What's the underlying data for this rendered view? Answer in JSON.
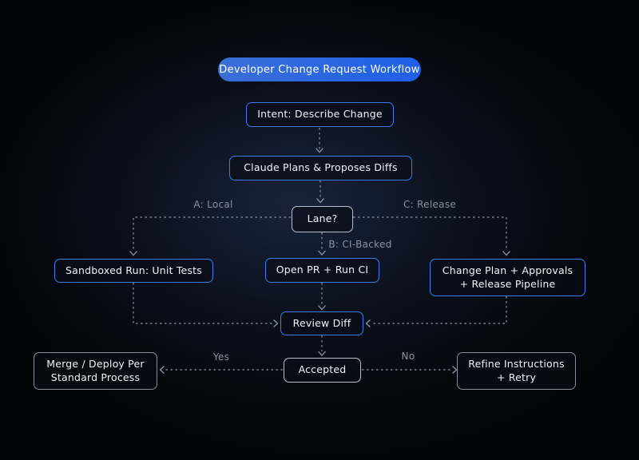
{
  "diagram": {
    "title": "Developer Change Request Workflow",
    "nodes": {
      "intent": "Intent: Describe Change",
      "claude": "Claude Plans & Proposes Diffs",
      "lane": "Lane?",
      "sandboxed": "Sandboxed Run: Unit Tests",
      "open_pr": "Open PR + Run CI",
      "change_plan_line1": "Change Plan + Approvals",
      "change_plan_line2": "+ Release Pipeline",
      "review": "Review Diff",
      "accepted": "Accepted",
      "merge_line1": "Merge / Deploy Per",
      "merge_line2": "Standard Process",
      "refine_line1": "Refine Instructions",
      "refine_line2": "+ Retry"
    },
    "edge_labels": {
      "a_local": "A: Local",
      "b_ci_backed": "B: CI-Backed",
      "c_release": "C: Release",
      "yes": "Yes",
      "no": "No"
    },
    "colors": {
      "accent_blue": "#3d7bf0",
      "pill_gradient_start": "#3a6fd6",
      "pill_gradient_end": "#1d5fe8",
      "neutral_border": "#b9c0cb",
      "muted_border": "#878e99",
      "connector": "#8e97a4",
      "label_text": "#8a93a1"
    }
  }
}
